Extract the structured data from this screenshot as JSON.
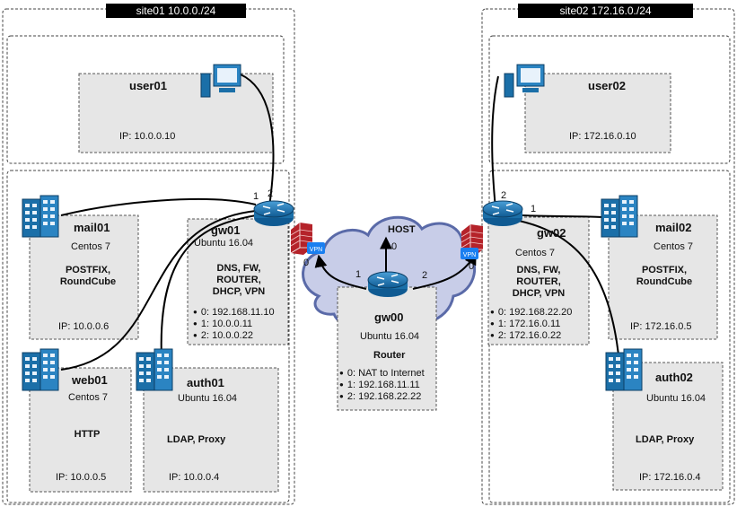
{
  "sites": {
    "site01": {
      "label": "site01 10.0.0./24"
    },
    "site02": {
      "label": "site02 172.16.0./24"
    }
  },
  "hosts": {
    "user01": {
      "name": "user01",
      "ip": "IP: 10.0.0.10"
    },
    "user02": {
      "name": "user02",
      "ip": "IP: 172.16.0.10"
    },
    "mail01": {
      "name": "mail01",
      "os": "Centos 7",
      "services": "POSTFIX,\nRoundCube",
      "ip": "IP: 10.0.0.6"
    },
    "web01": {
      "name": "web01",
      "os": "Centos 7",
      "services": "HTTP",
      "ip": "IP: 10.0.0.5"
    },
    "auth01": {
      "name": "auth01",
      "os": "Ubuntu 16.04",
      "services": "LDAP, Proxy",
      "ip": "IP: 10.0.0.4"
    },
    "mail02": {
      "name": "mail02",
      "os": "Centos 7",
      "services": "POSTFIX,\nRoundCube",
      "ip": "IP: 172.16.0.5"
    },
    "auth02": {
      "name": "auth02",
      "os": "Ubuntu 16.04",
      "services": "LDAP, Proxy",
      "ip": "IP: 172.16.0.4"
    }
  },
  "gateways": {
    "gw01": {
      "name": "gw01",
      "os": "Ubuntu 16.04",
      "services": "DNS, FW,\nROUTER,\nDHCP, VPN",
      "interfaces": [
        "0: 192.168.11.10",
        "1: 10.0.0.11",
        "2: 10.0.0.22"
      ]
    },
    "gw02": {
      "name": "gw02",
      "os": "Centos 7",
      "services": "DNS, FW,\nROUTER,\nDHCP, VPN",
      "interfaces": [
        "0: 192.168.22.20",
        "1: 172.16.0.11",
        "2: 172.16.0.22"
      ]
    },
    "gw00": {
      "name": "gw00",
      "os": "Ubuntu 16.04",
      "services": "Router",
      "interfaces": [
        "0: NAT to Internet",
        "1: 192.168.11.11",
        "2: 192.168.22.22"
      ]
    }
  },
  "cloud": {
    "label": "HOST"
  },
  "vpn": {
    "label": "VPN"
  },
  "ports": {
    "gw01_1": "1",
    "gw01_2": "2",
    "gw01_0": "0",
    "gw02_1": "1",
    "gw02_2": "2",
    "gw02_0": "0",
    "gw00_0": "0",
    "gw00_1": "1",
    "gw00_2": "2"
  },
  "colors": {
    "router": "#1b6fa8",
    "server": "#1b6fa8",
    "firewall": "#c0282d",
    "cloud_fill": "#c8cde8",
    "cloud_stroke": "#5a6aa8",
    "box_fill": "#e6e6e6"
  }
}
